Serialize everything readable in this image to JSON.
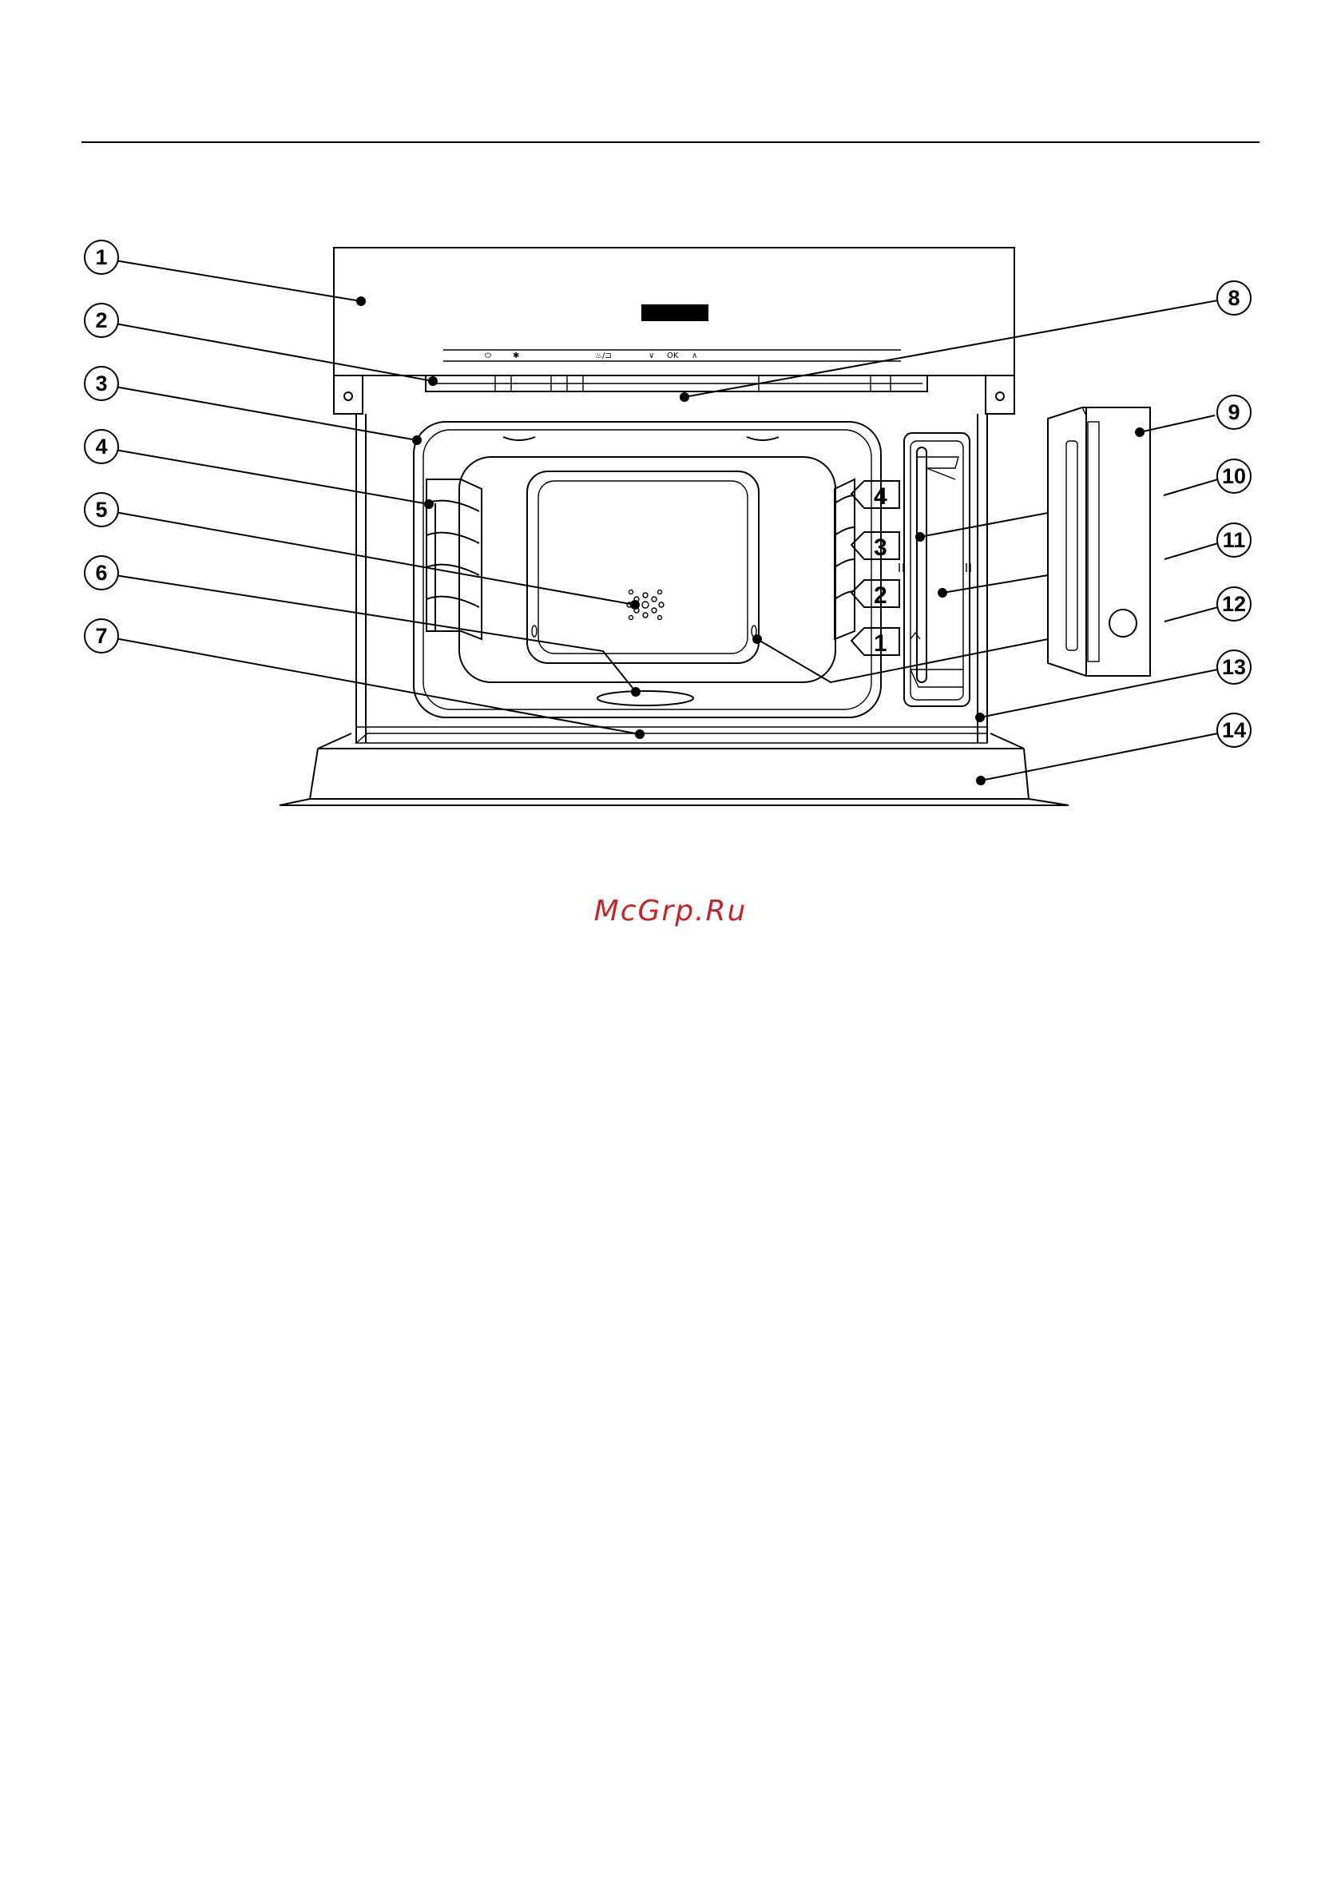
{
  "callouts": [
    "1",
    "2",
    "3",
    "4",
    "5",
    "6",
    "7",
    "8",
    "9",
    "10",
    "11",
    "12",
    "13",
    "14"
  ],
  "rack_levels": [
    "1",
    "2",
    "3",
    "4"
  ],
  "panel_symbols": [
    "⏻",
    "✱",
    "♨/⊐",
    "∨",
    "OK",
    "∧"
  ],
  "watermark": "McGrp.Ru",
  "colors": {
    "line": "#000000",
    "watermark": "#c0272d",
    "background": "#ffffff"
  }
}
